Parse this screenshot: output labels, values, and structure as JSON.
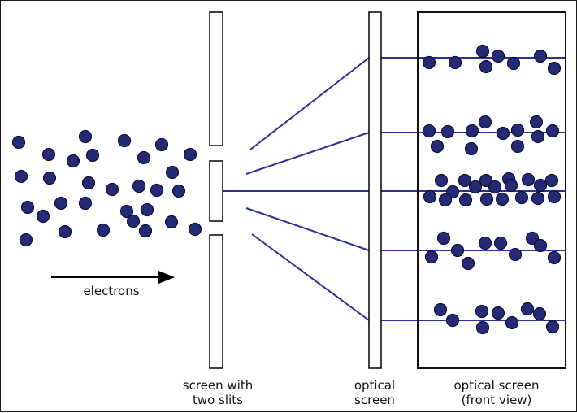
{
  "labels": {
    "electrons": "electrons",
    "slits_line1": "screen with",
    "slits_line2": "two slits",
    "optical_line1": "optical",
    "optical_line2": "screen",
    "front_line1": "optical screen",
    "front_line2": "(front view)"
  },
  "colors": {
    "electron": "#252a75",
    "ray": "#2f3192",
    "outline": "#111111"
  }
}
